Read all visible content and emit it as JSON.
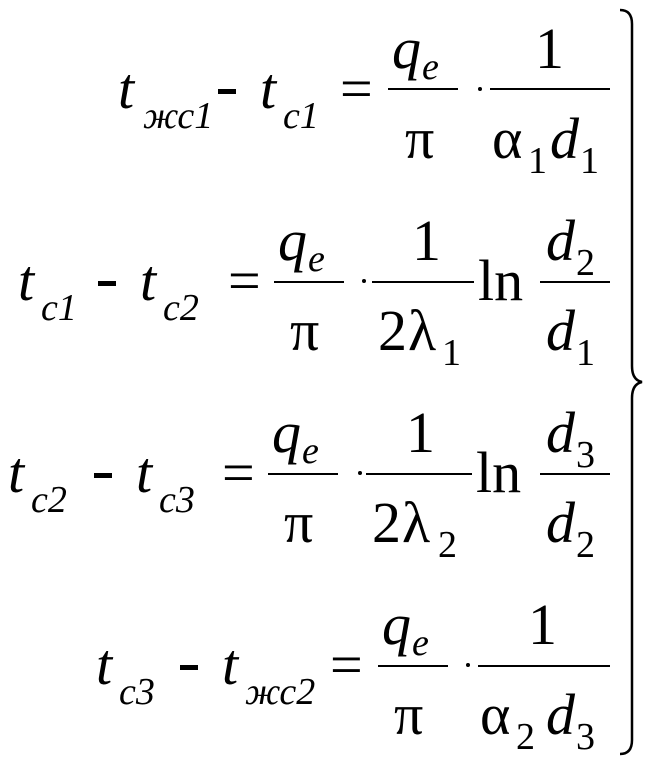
{
  "symbols": {
    "t": "t",
    "equals": "=",
    "q": "q",
    "e": "e",
    "pi": "π",
    "one": "1",
    "two": "2",
    "ln": "ln",
    "alpha": "α",
    "lambda": "λ",
    "d": "d"
  },
  "sub": {
    "zh1": "жс1",
    "zh2": "жс2",
    "c1": "с1",
    "c2": "с2",
    "c3": "с3",
    "n1": "1",
    "n2": "2",
    "n3": "3"
  }
}
